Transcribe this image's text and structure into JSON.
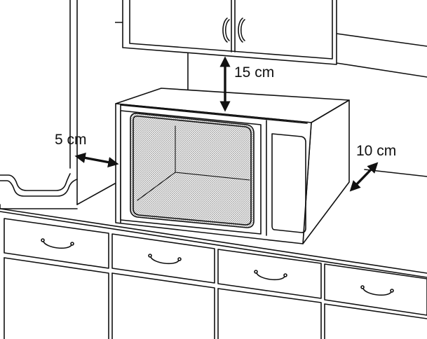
{
  "labels": {
    "top_clearance": "15 cm",
    "side_clearance": "5 cm",
    "back_clearance": "10 cm"
  },
  "colors": {
    "line": "#111111",
    "fill": "#ffffff",
    "mesh": "#9a9a9a"
  }
}
